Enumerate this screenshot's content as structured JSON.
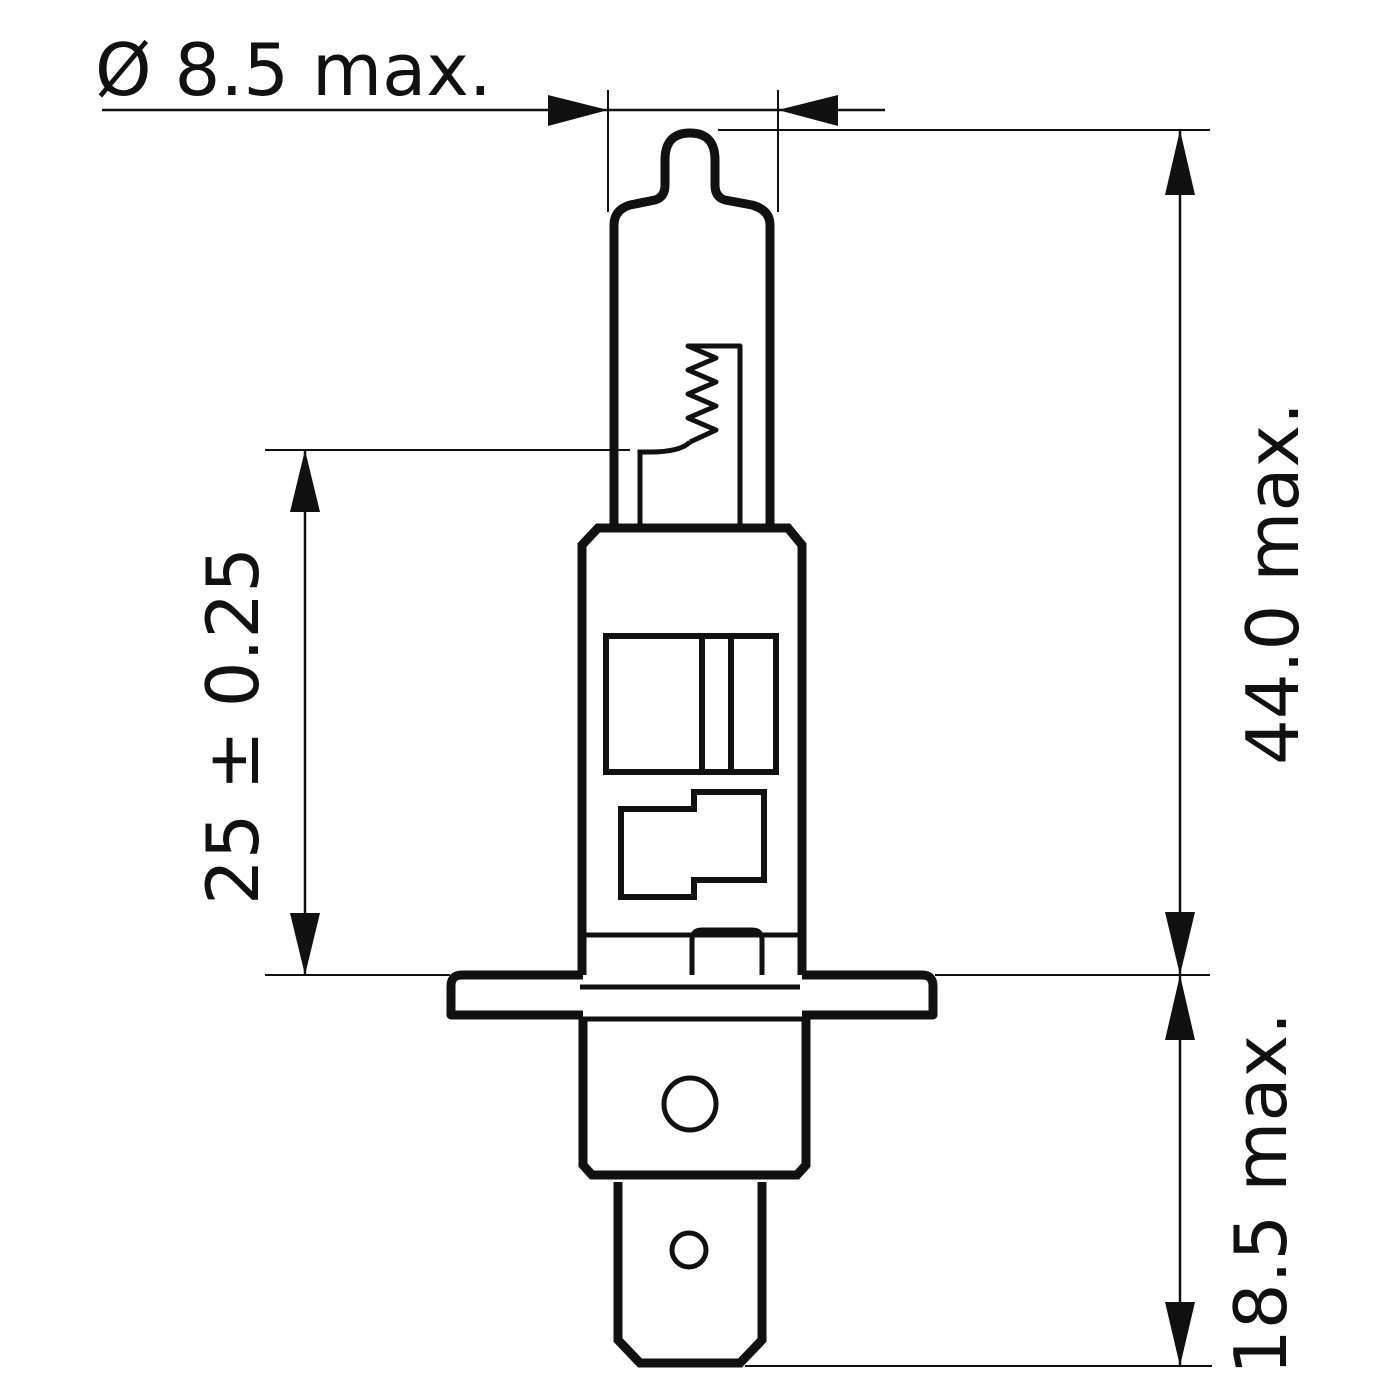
{
  "diagram": {
    "subject": "H1 halogen bulb dimensional drawing",
    "colors": {
      "line": "#111111",
      "background": "#ffffff"
    },
    "dimensions": {
      "diameter": {
        "label": "Ø 8.5 max.",
        "symbol": "Ø",
        "value": "8.5",
        "qualifier": "max."
      },
      "light_center_height": {
        "label": "25 ± 0.25",
        "value": "25",
        "tolerance": "± 0.25"
      },
      "overall_height_above_flange": {
        "label": "44.0 max.",
        "value": "44.0",
        "qualifier": "max."
      },
      "base_height_below_flange": {
        "label": "18.5 max.",
        "value": "18.5",
        "qualifier": "max."
      }
    },
    "parts": [
      "glass-envelope",
      "filament",
      "metal-collar",
      "ceramic-base",
      "flange",
      "connector-body",
      "terminal-tab"
    ]
  }
}
